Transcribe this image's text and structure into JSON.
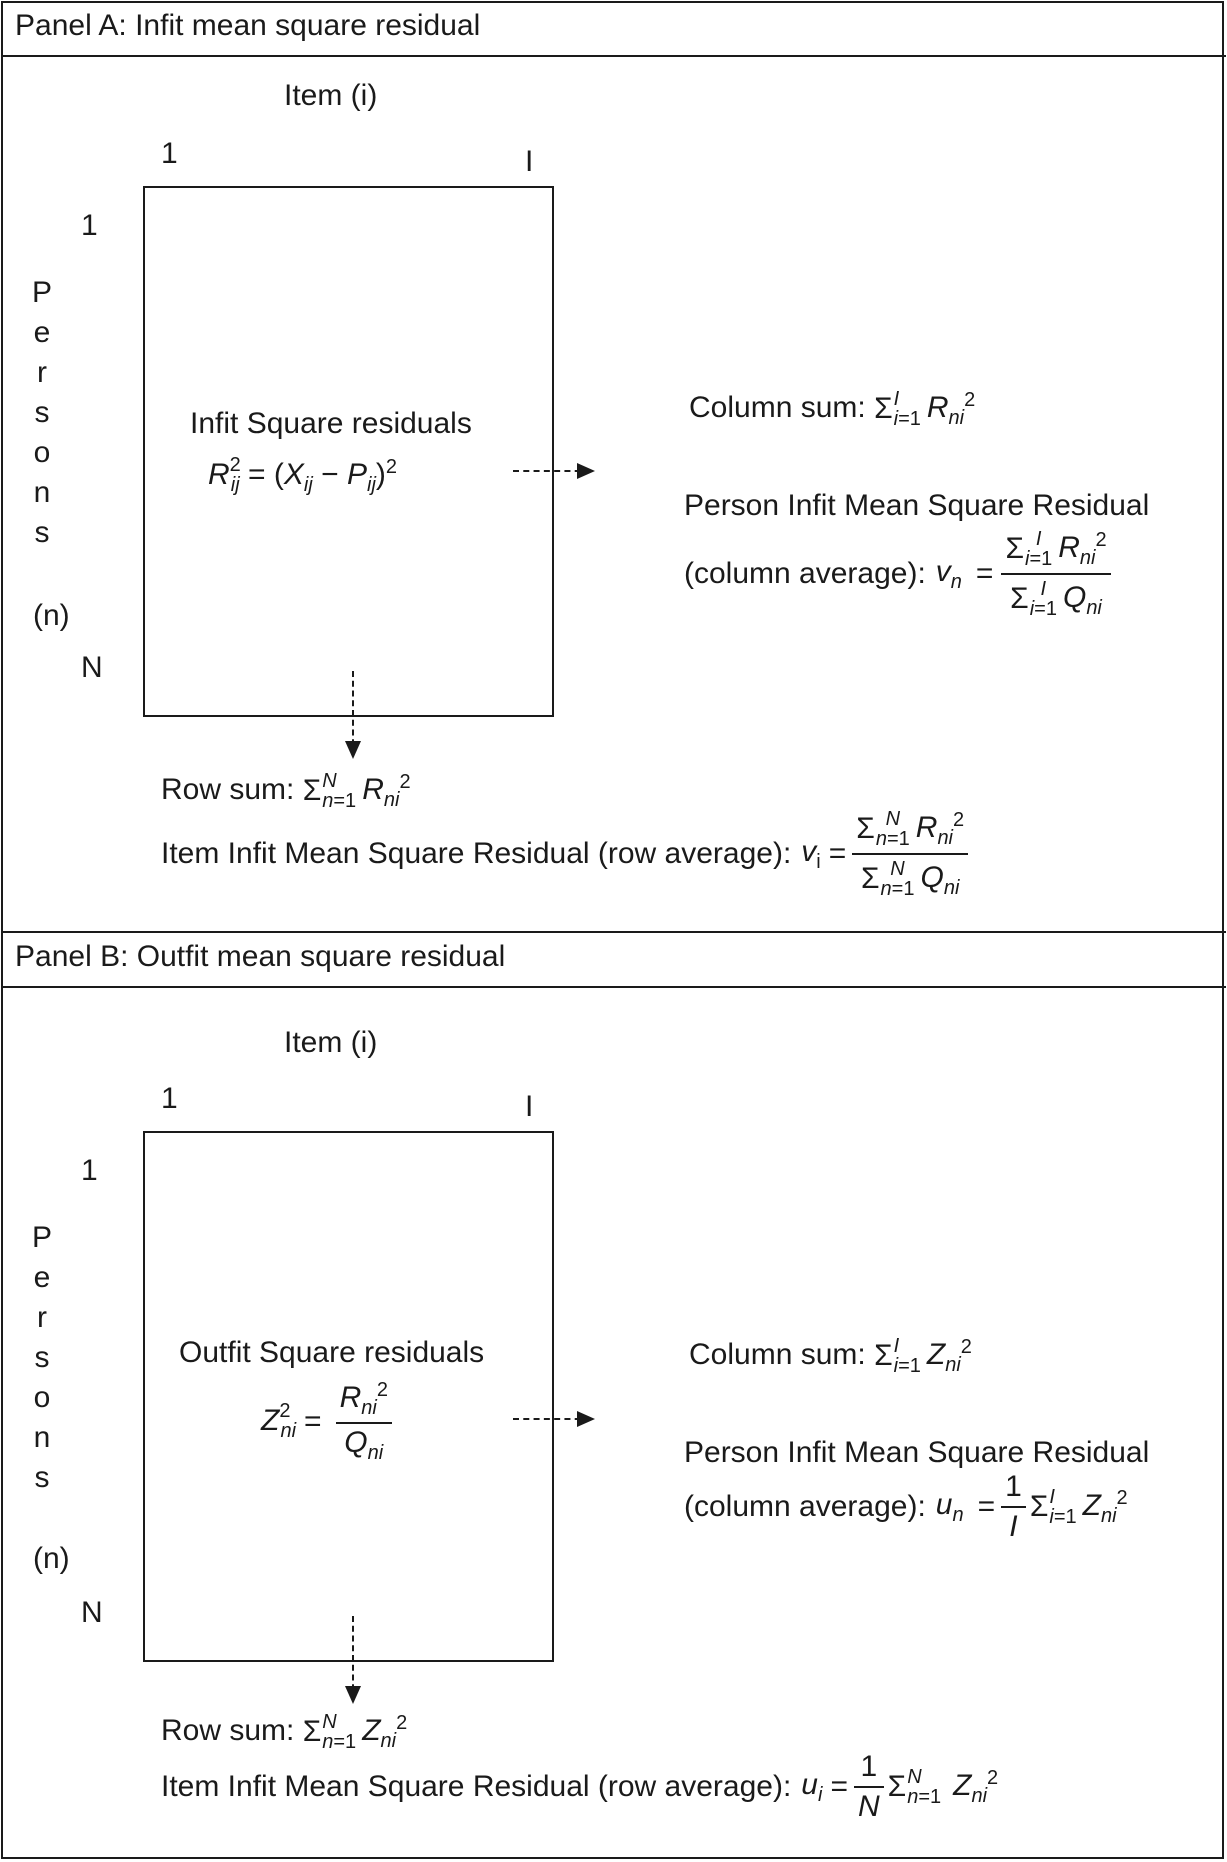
{
  "panel_a": {
    "title": "Panel A: Infit mean square residual",
    "item_axis": "Item (i)",
    "item_first": "1",
    "item_last": "I",
    "person_first": "1",
    "person_last": "N",
    "persons_letters": [
      "P",
      "e",
      "r",
      "s",
      "o",
      "n",
      "s"
    ],
    "persons_index": "(n)",
    "matrix_title": "Infit Square residuals",
    "column_sum_label": "Column sum:",
    "person_label": "Person Infit Mean Square Residual",
    "person_avg_label": "(column average):",
    "row_sum_label": "Row sum:",
    "item_label": "Item Infit Mean Square Residual (row average):"
  },
  "panel_b": {
    "title": "Panel B: Outfit mean square residual",
    "item_axis": "Item (i)",
    "item_first": "1",
    "item_last": "I",
    "person_first": "1",
    "person_last": "N",
    "persons_letters": [
      "P",
      "e",
      "r",
      "s",
      "o",
      "n",
      "s"
    ],
    "persons_index": "(n)",
    "matrix_title": "Outfit Square residuals",
    "column_sum_label": "Column sum:",
    "person_label": "Person Infit Mean Square Residual",
    "person_avg_label": "(column average):",
    "row_sum_label": "Row sum:",
    "item_label": "Item Infit Mean Square Residual (row average):"
  }
}
